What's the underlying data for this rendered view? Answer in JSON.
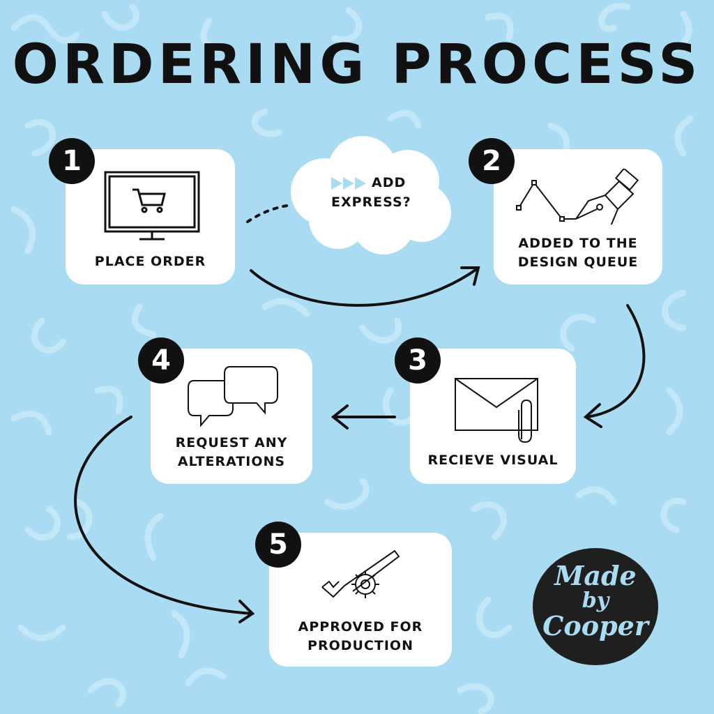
{
  "title": "ORDERING PROCESS",
  "colors": {
    "background": "#a9dcf2",
    "card": "#ffffff",
    "ink": "#111111",
    "accent": "#a9dcf2"
  },
  "steps": [
    {
      "number": "1",
      "label": "PLACE ORDER",
      "icon": "computer-cart-icon"
    },
    {
      "number": "2",
      "label_lines": [
        "ADDED TO THE",
        "DESIGN QUEUE"
      ],
      "icon": "pen-tool-icon"
    },
    {
      "number": "3",
      "label": "RECIEVE VISUAL",
      "icon": "envelope-paperclip-icon"
    },
    {
      "number": "4",
      "label_lines": [
        "REQUEST ANY",
        "ALTERATIONS"
      ],
      "icon": "speech-bubbles-icon"
    },
    {
      "number": "5",
      "label_lines": [
        "APPROVED FOR",
        "PRODUCTION"
      ],
      "icon": "check-gear-icon"
    }
  ],
  "express": {
    "line1": "ADD",
    "line2": "EXPRESS?",
    "icon": "fast-forward-icon"
  },
  "logo": {
    "line1": "Made",
    "line2": "by",
    "line3": "Cooper"
  }
}
